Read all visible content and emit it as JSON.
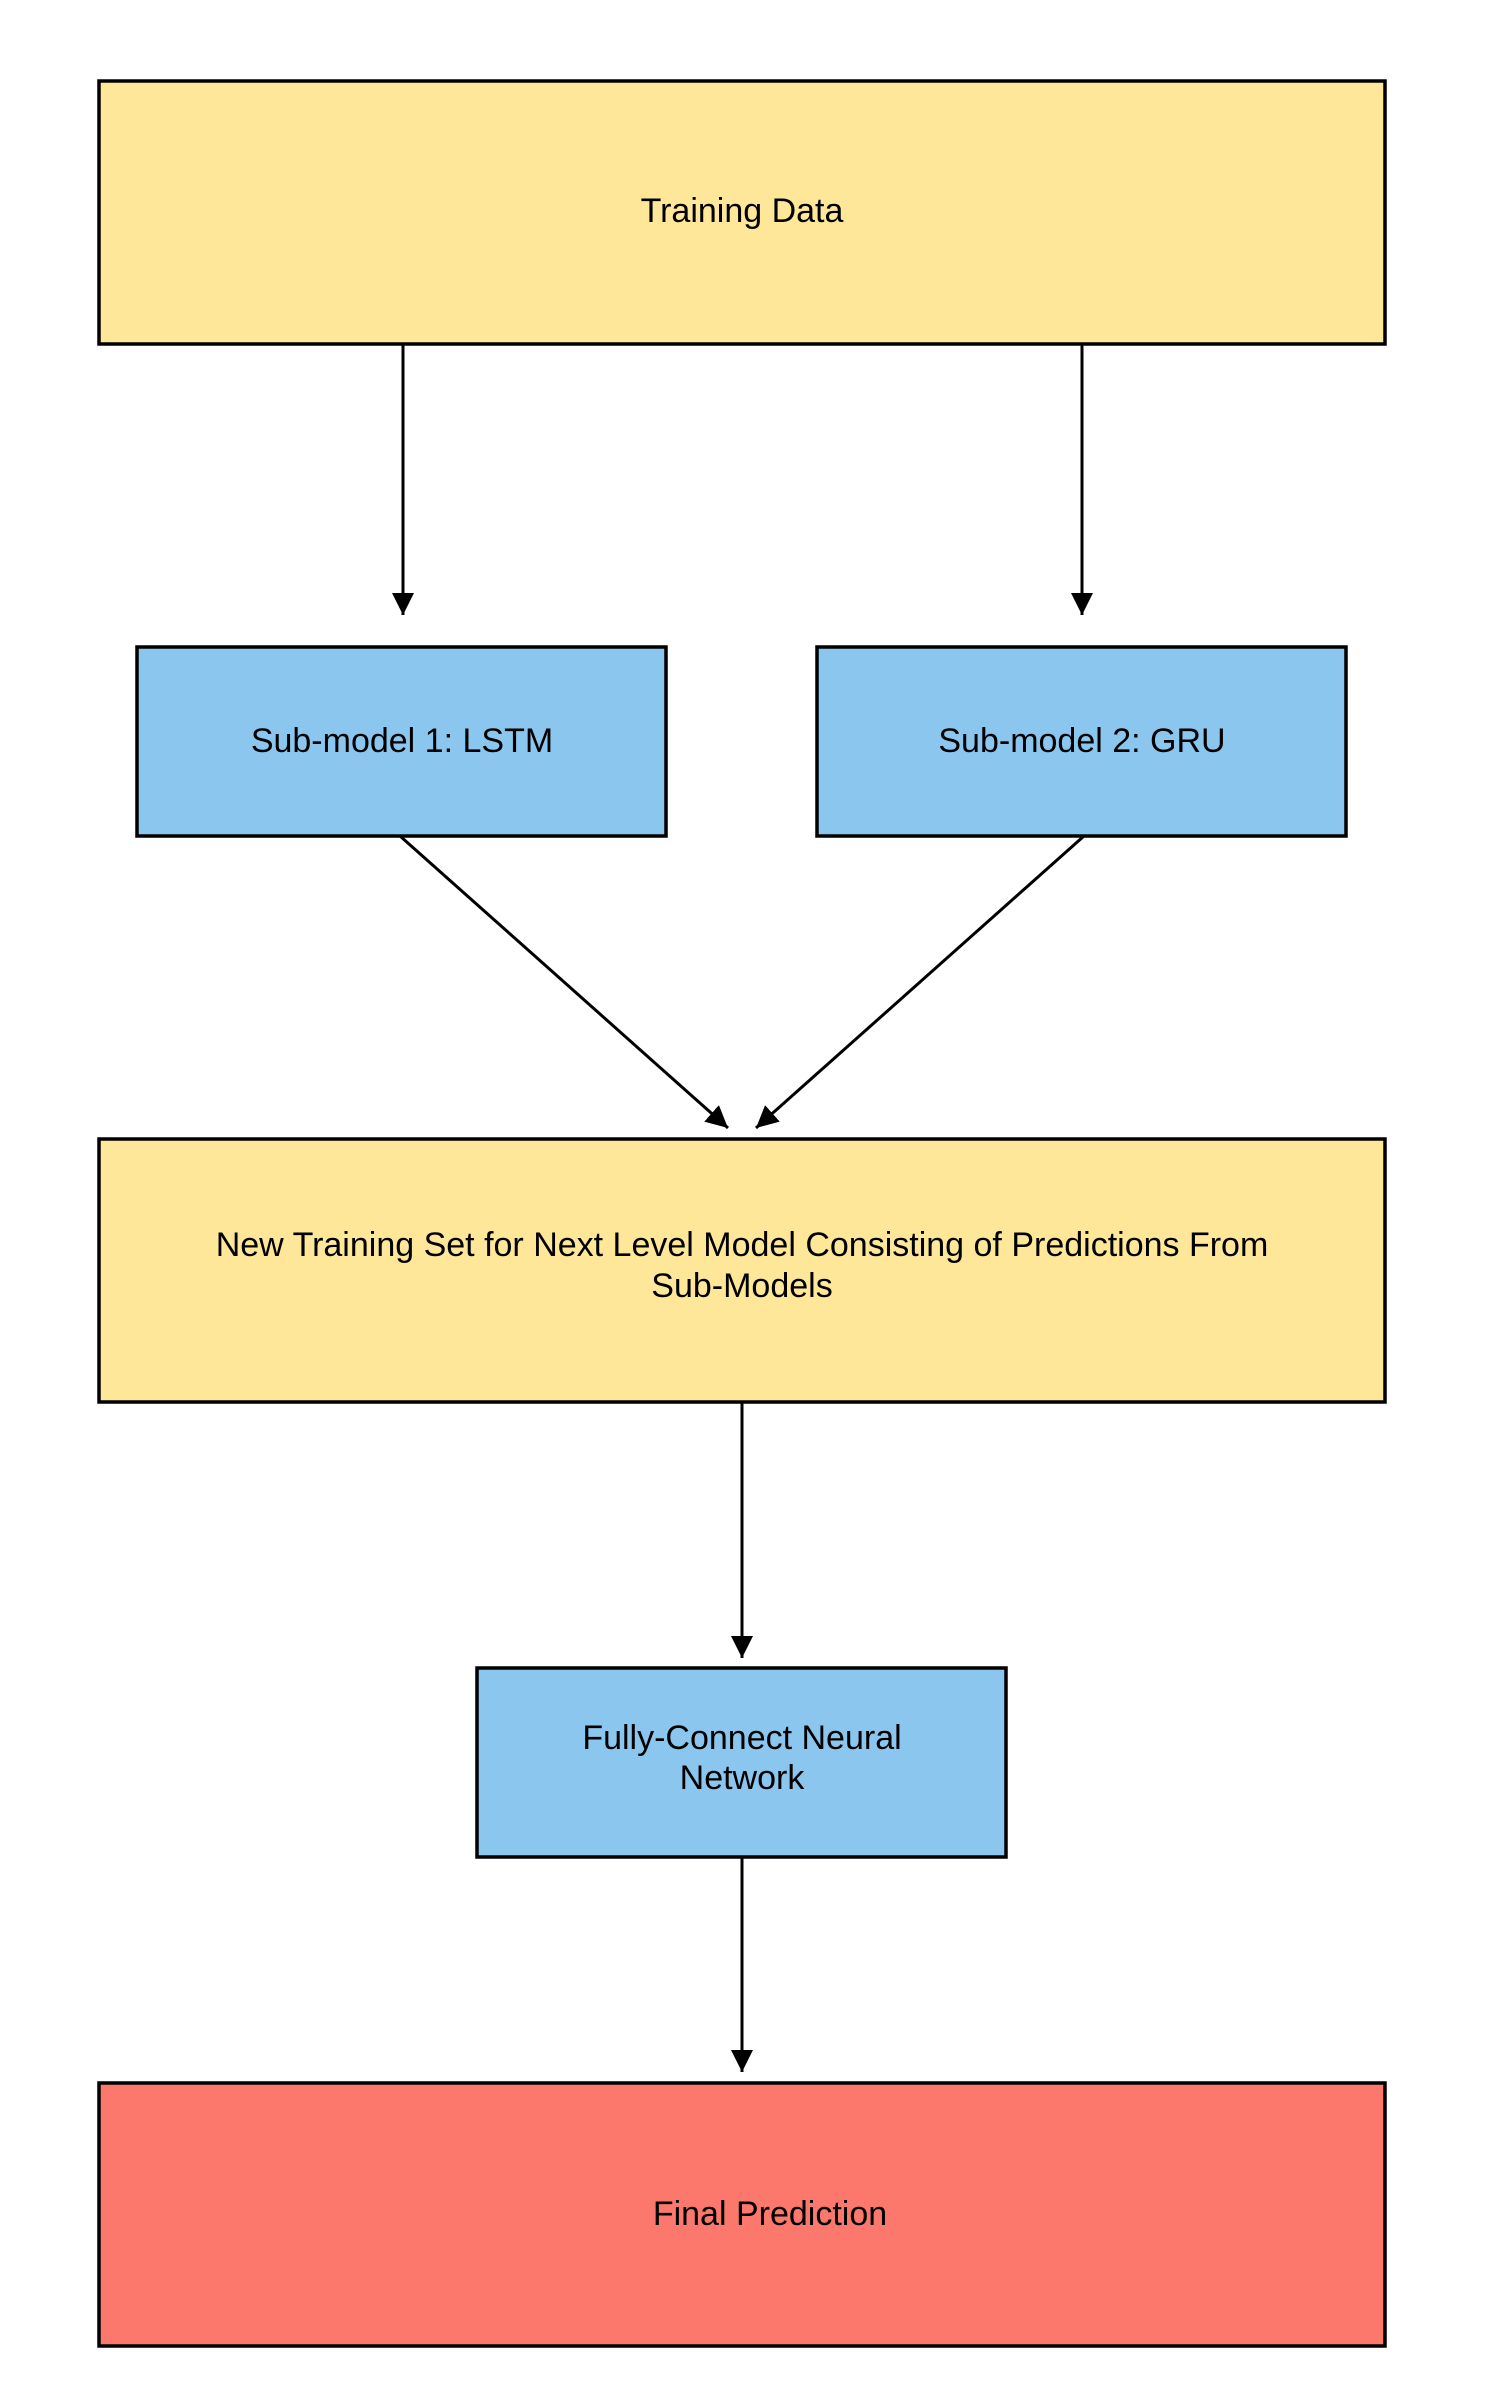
{
  "colors": {
    "data_box": "#FEE798",
    "model_box": "#8BC6EE",
    "result_box": "#FD786C",
    "border": "#000000",
    "arrow": "#000000"
  },
  "nodes": {
    "training_data": {
      "label": "Training Data"
    },
    "lstm": {
      "label": "Sub-model 1: LSTM"
    },
    "gru": {
      "label": "Sub-model 2: GRU"
    },
    "new_training_set": {
      "line1": "New Training Set for Next Level Model Consisting of Predictions From",
      "line2": "Sub-Models"
    },
    "fcnn": {
      "line1": "Fully-Connect Neural",
      "line2": "Network"
    },
    "final_prediction": {
      "label": "Final Prediction"
    }
  },
  "edges": [
    {
      "from": "training_data",
      "to": "lstm"
    },
    {
      "from": "training_data",
      "to": "gru"
    },
    {
      "from": "lstm",
      "to": "new_training_set"
    },
    {
      "from": "gru",
      "to": "new_training_set"
    },
    {
      "from": "new_training_set",
      "to": "fcnn"
    },
    {
      "from": "fcnn",
      "to": "final_prediction"
    }
  ]
}
